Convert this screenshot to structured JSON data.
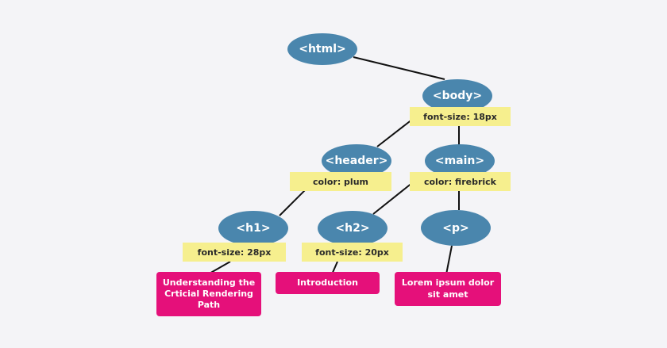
{
  "nodes": {
    "html": "<html>",
    "body": "<body>",
    "header": "<header>",
    "main": "<main>",
    "h1": "<h1>",
    "h2": "<h2>",
    "p": "<p>"
  },
  "styles": {
    "body": "font-size: 18px",
    "header": "color: plum",
    "main": "color: firebrick",
    "h1": "font-size: 28px",
    "h2": "font-size: 20px"
  },
  "texts": {
    "h1": "Understanding the Crticial Rendering Path",
    "h2": "Introduction",
    "p": "Lorem ipsum dolor sit amet"
  },
  "colors": {
    "node": "#4a86ad",
    "style_label": "#f6ef8e",
    "text_box": "#e5107a",
    "connector": "#111111"
  }
}
